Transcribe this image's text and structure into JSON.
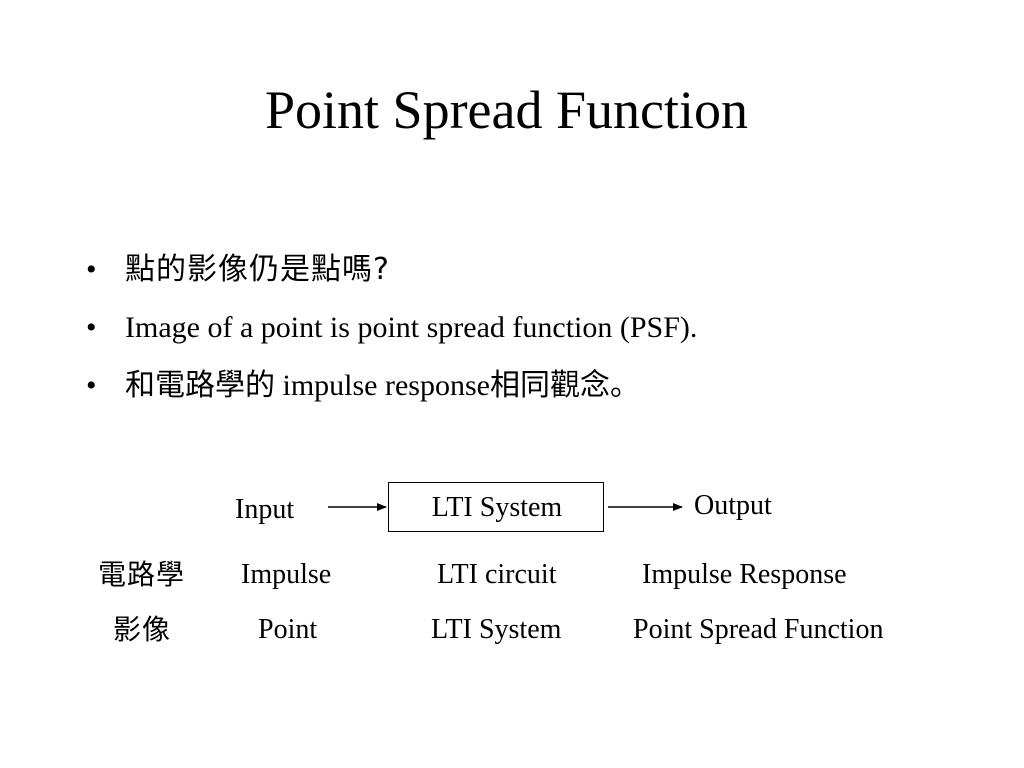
{
  "slide": {
    "title": "Point Spread Function",
    "bullets": [
      {
        "marker": "•",
        "text": "點的影像仍是點嗎?"
      },
      {
        "marker": "•",
        "text": "Image of a point is point spread function (PSF)."
      },
      {
        "marker": "•",
        "text": "和電路學的 impulse response相同觀念。"
      }
    ],
    "diagram": {
      "input_label": "Input",
      "system_label": "LTI System",
      "output_label": "Output"
    },
    "comparison_rows": [
      {
        "domain": "電路學",
        "input": "Impulse",
        "system": "LTI circuit",
        "output": "Impulse Response"
      },
      {
        "domain": "影像",
        "input": "Point",
        "system": "LTI System",
        "output": "Point Spread Function"
      }
    ]
  }
}
